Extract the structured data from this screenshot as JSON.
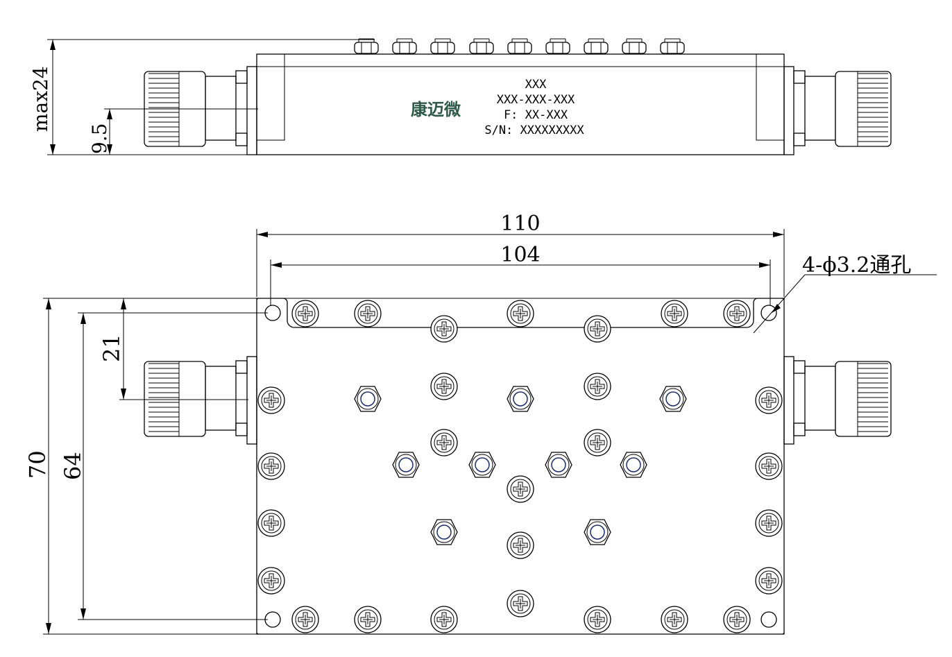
{
  "side_view": {
    "label_lines": [
      "XXX",
      "XXX-XXX-XXX",
      "F: XX-XXX",
      "S/N: XXXXXXXXX"
    ],
    "logo_text": "康迈微",
    "logo_color": "#2e5a47",
    "dim_height": "max24",
    "dim_connector": "9.5"
  },
  "top_view": {
    "dim_width_outer": "110",
    "dim_width_inner": "104",
    "dim_height_outer": "70",
    "dim_height_inner": "64",
    "dim_connector_offset": "21",
    "hole_note": "4-ϕ3.2通孔"
  },
  "icons": [
    "screw-icon",
    "tuning-nut-icon",
    "mounting-hole-icon",
    "n-type-connector-icon"
  ]
}
